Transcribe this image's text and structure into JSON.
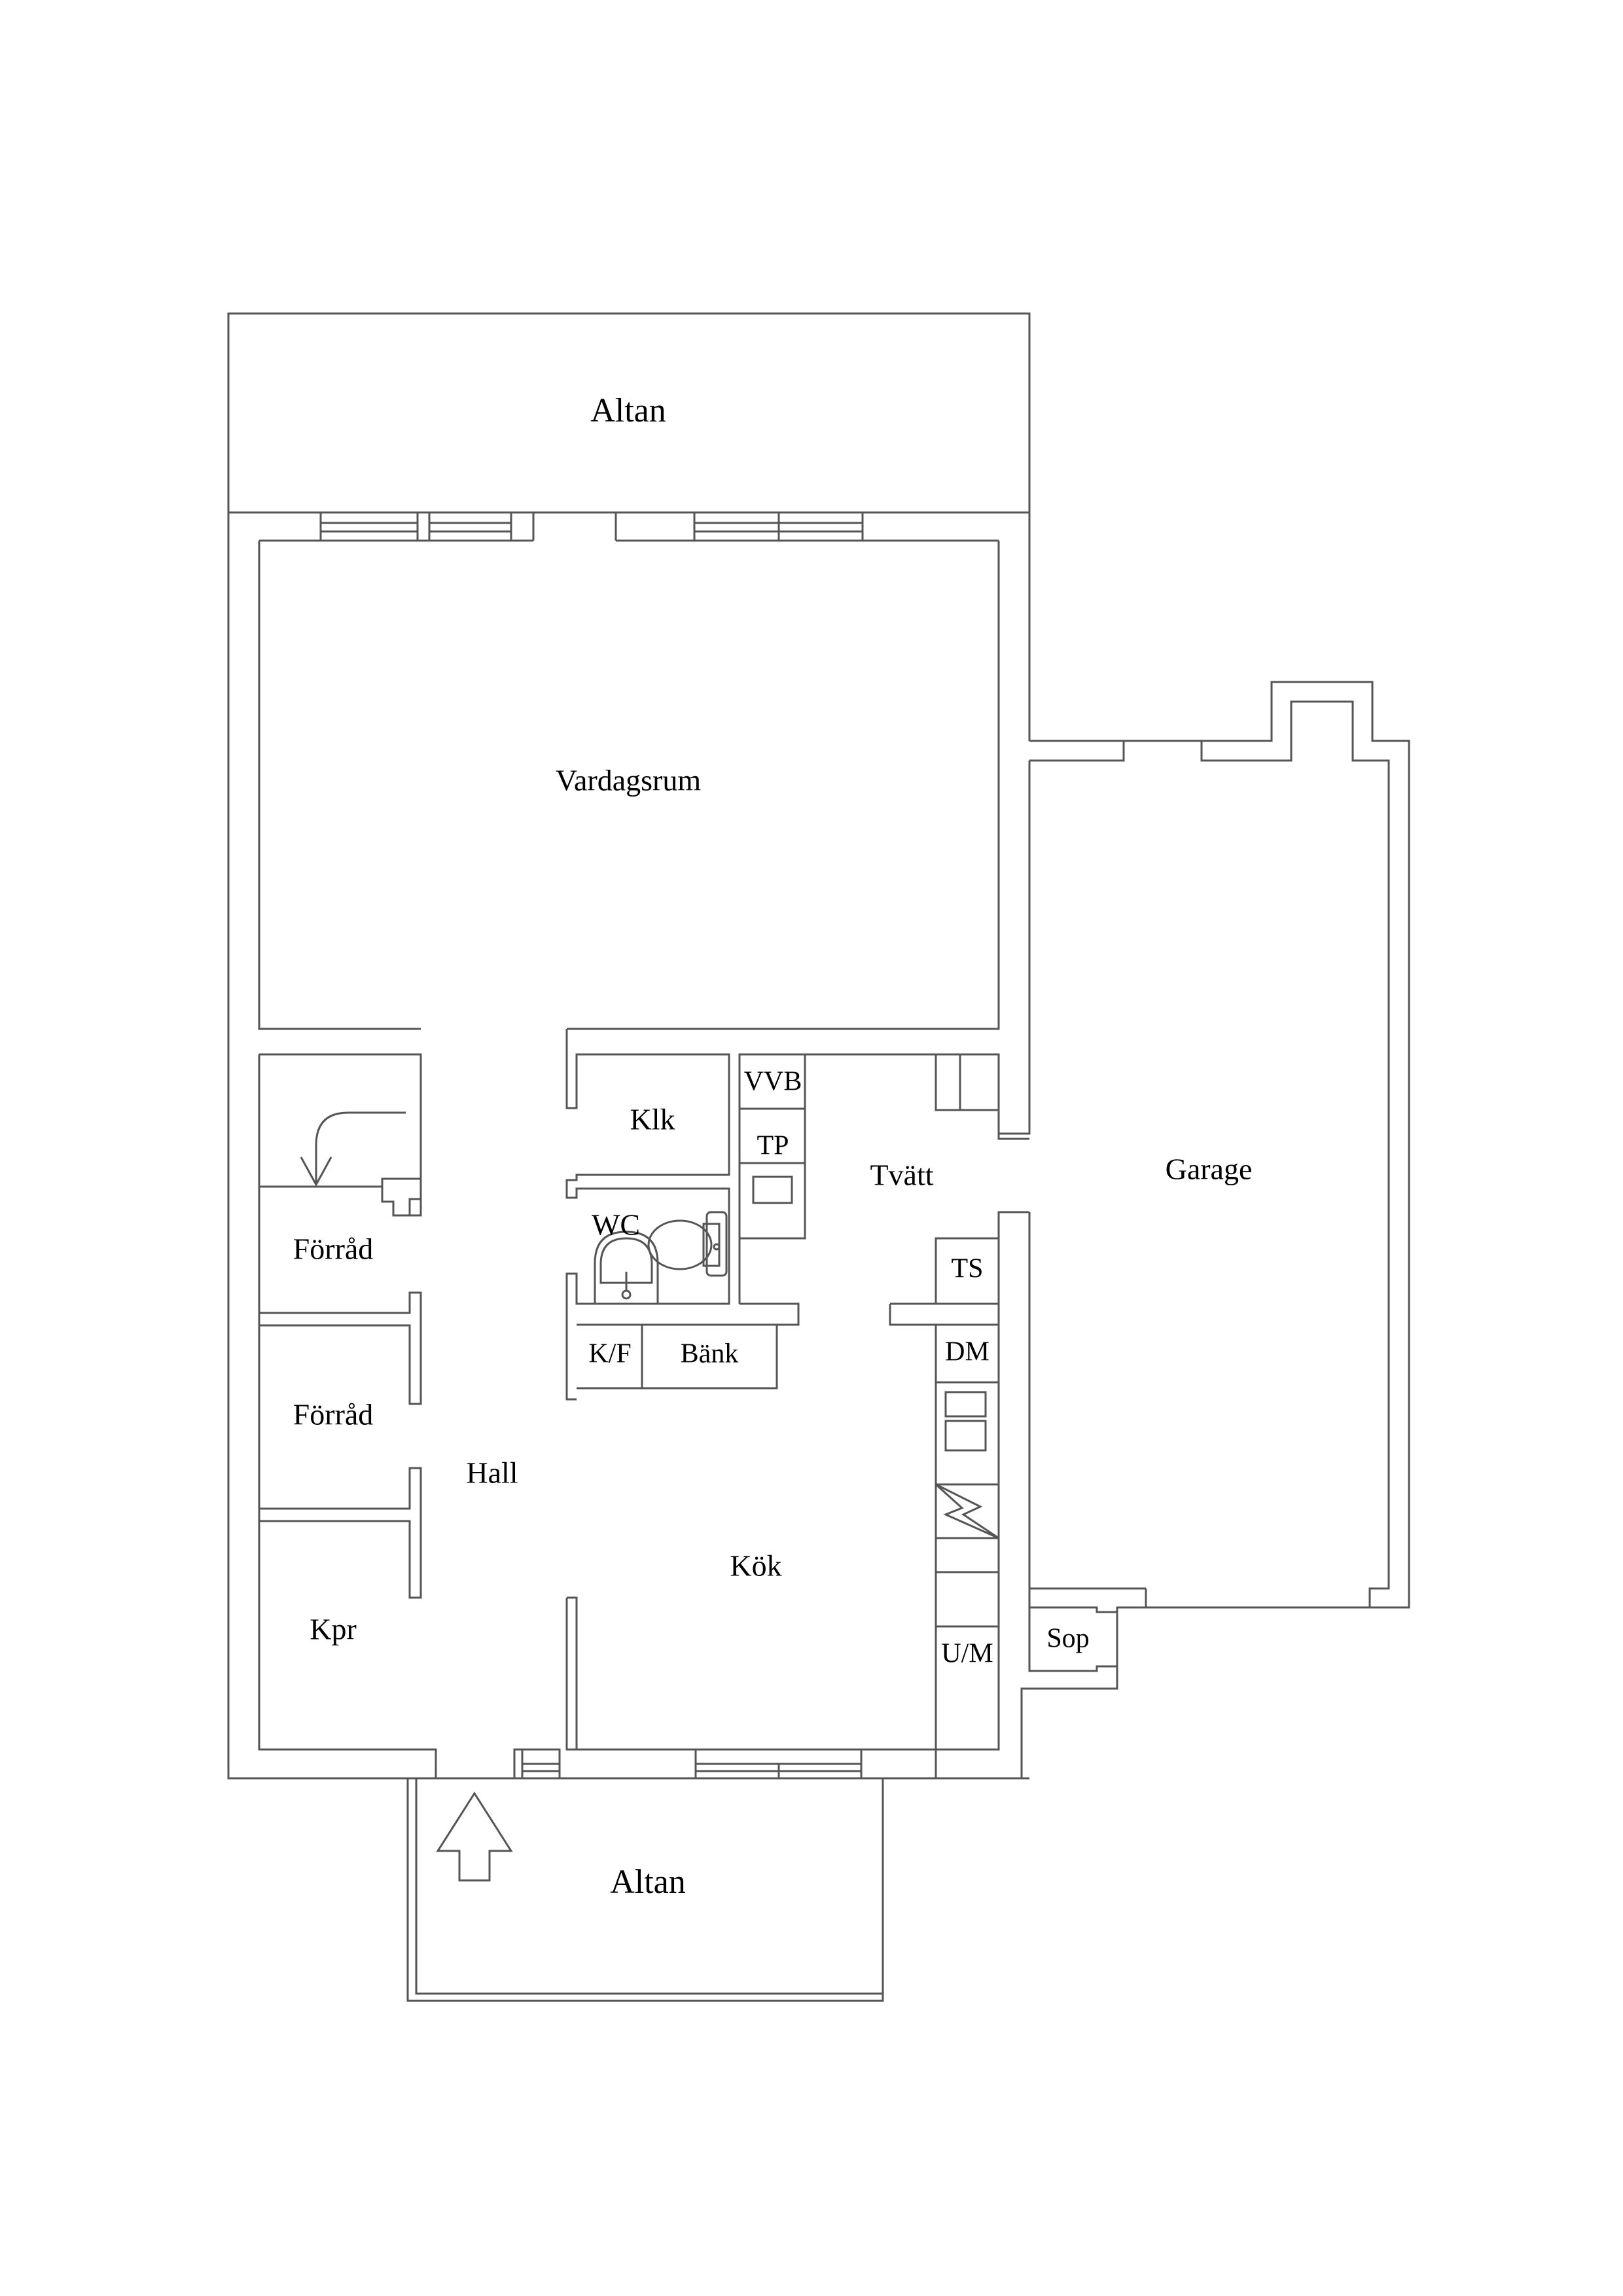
{
  "plan": {
    "rooms": {
      "altan_top": "Altan",
      "vardagsrum": "Vardagsrum",
      "klk": "Klk",
      "wc": "WC",
      "tvatt": "Tvätt",
      "garage": "Garage",
      "forrad_1": "Förråd",
      "forrad_2": "Förråd",
      "hall": "Hall",
      "kok": "Kök",
      "kpr": "Kpr",
      "sop": "Sop",
      "altan_bottom": "Altan"
    },
    "fixtures": {
      "vvb": "VVB",
      "tp": "TP",
      "ts": "TS",
      "dm": "DM",
      "kf": "K/F",
      "bank": "Bänk",
      "um": "U/M"
    },
    "symbols": {
      "entrance": "arrow-up-icon",
      "stove": "stove-icon",
      "toilet": "toilet-icon",
      "sink": "washbasin-icon",
      "door_swing": "door-swing-arrow-icon"
    },
    "colors": {
      "line": "#555555",
      "text": "#000000",
      "background": "#ffffff"
    }
  }
}
